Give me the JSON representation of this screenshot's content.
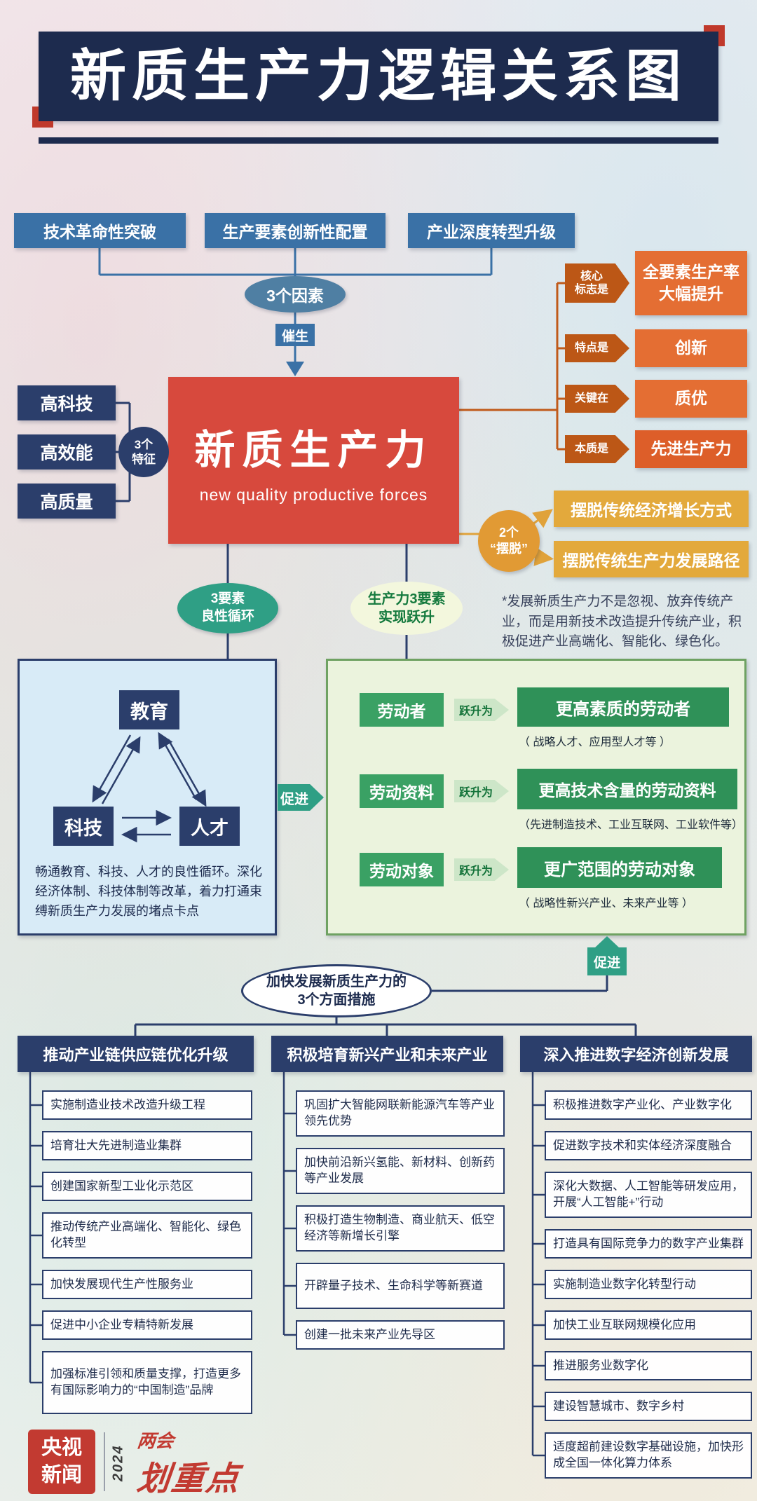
{
  "title": "新质生产力逻辑关系图",
  "factors": {
    "items": [
      "技术革命性突破",
      "生产要素创新性配置",
      "产业深度转型升级"
    ],
    "count_label": "3个因素",
    "spawn_label": "催生"
  },
  "center": {
    "title": "新质生产力",
    "subtitle": "new quality productive forces"
  },
  "traits": {
    "count_label": "3个\n特征",
    "items": [
      "高科技",
      "高效能",
      "高质量"
    ]
  },
  "attributes": [
    {
      "label": "核心\n标志是",
      "value": "全要素生产率\n大幅提升"
    },
    {
      "label": "特点是",
      "value": "创新"
    },
    {
      "label": "关键在",
      "value": "质优"
    },
    {
      "label": "本质是",
      "value": "先进生产力"
    }
  ],
  "breakaway": {
    "count_label": "2个\n“摆脱”",
    "items": [
      "摆脱传统经济增长方式",
      "摆脱传统生产力发展路径"
    ],
    "note": "*发展新质生产力不是忽视、放弃传统产业，而是用新技术改造提升传统产业，积极促进产业高端化、智能化、绿色化。"
  },
  "cycle": {
    "count_label": "3要素\n良性循环",
    "nodes": [
      "教育",
      "科技",
      "人才"
    ],
    "note": "畅通教育、科技、人才的良性循环。深化经济体制、科技体制等改革，着力打通束缚新质生产力发展的堵点卡点",
    "promote_label": "促进"
  },
  "leap": {
    "count_label": "生产力3要素\n实现跃升",
    "arrow_label": "跃升为",
    "rows": [
      {
        "from": "劳动者",
        "to": "更高素质的劳动者",
        "note": "（ 战略人才、应用型人才等 ）"
      },
      {
        "from": "劳动资料",
        "to": "更高技术含量的劳动资料",
        "note": "（先进制造技术、工业互联网、工业软件等）"
      },
      {
        "from": "劳动对象",
        "to": "更广范围的劳动对象",
        "note": "（ 战略性新兴产业、未来产业等 ）"
      }
    ],
    "promote_label": "促进"
  },
  "measures": {
    "count_label": "加快发展新质生产力的\n3个方面措施",
    "columns": [
      {
        "header": "推动产业链供应链优化升级",
        "items": [
          "实施制造业技术改造升级工程",
          "培育壮大先进制造业集群",
          "创建国家新型工业化示范区",
          "推动传统产业高端化、智能化、绿色化转型",
          "加快发展现代生产性服务业",
          "促进中小企业专精特新发展",
          "加强标准引领和质量支撑，打造更多有国际影响力的“中国制造”品牌"
        ]
      },
      {
        "header": "积极培育新兴产业和未来产业",
        "items": [
          "巩固扩大智能网联新能源汽车等产业领先优势",
          "加快前沿新兴氢能、新材料、创新药等产业发展",
          "积极打造生物制造、商业航天、低空经济等新增长引擎",
          "开辟量子技术、生命科学等新赛道",
          "创建一批未来产业先导区"
        ]
      },
      {
        "header": "深入推进数字经济创新发展",
        "items": [
          "积极推进数字产业化、产业数字化",
          "促进数字技术和实体经济深度融合",
          "深化大数据、人工智能等研发应用，开展“人工智能+”行动",
          "打造具有国际竞争力的数字产业集群",
          "实施制造业数字化转型行动",
          "加快工业互联网规模化应用",
          "推进服务业数字化",
          "建设智慧城市、数字乡村",
          "适度超前建设数字基础设施，加快形成全国一体化算力体系"
        ]
      }
    ]
  },
  "footer": {
    "brand": "央视\n新闻",
    "year": "2024",
    "slogan_top": "两会",
    "slogan_main": "划重点"
  },
  "colors": {
    "navy": "#1d2b4e",
    "steel_blue": "#3a71a6",
    "red": "#d7493d",
    "orange": "#e46e33",
    "dark_orange": "#bc5716",
    "amber": "#e3a93c",
    "teal": "#2f9f85",
    "green": "#2f9158",
    "light_green_panel": "#ebf3dd",
    "light_blue_panel": "#d8ebf7"
  }
}
